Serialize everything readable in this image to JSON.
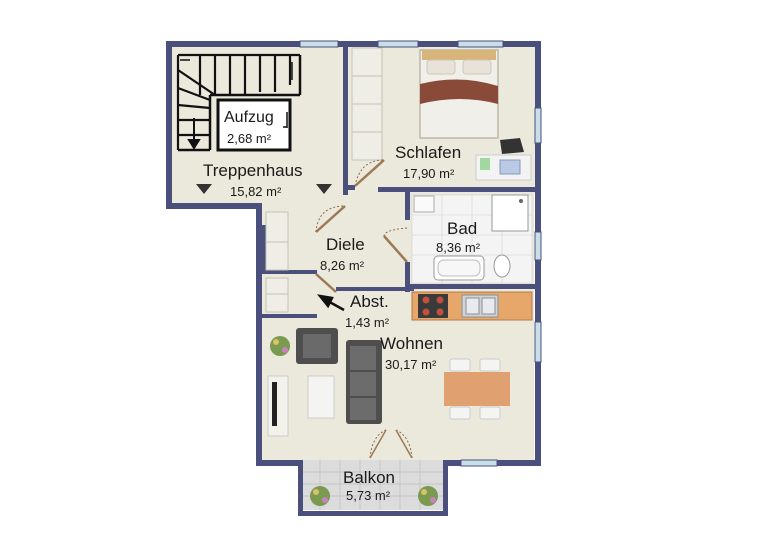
{
  "rooms": {
    "aufzug": {
      "name": "Aufzug",
      "area": "2,68 m²"
    },
    "treppenhaus": {
      "name": "Treppenhaus",
      "area": "15,82 m²"
    },
    "schlafen": {
      "name": "Schlafen",
      "area": "17,90 m²"
    },
    "bad": {
      "name": "Bad",
      "area": "8,36 m²"
    },
    "diele": {
      "name": "Diele",
      "area": "8,26 m²"
    },
    "abst": {
      "name": "Abst.",
      "area": "1,43 m²"
    },
    "wohnen": {
      "name": "Wohnen",
      "area": "30,17 m²"
    },
    "balkon": {
      "name": "Balkon",
      "area": "5,73 m²"
    }
  },
  "colors": {
    "wall": "#4a4f7c",
    "floor": "#ebe8dc",
    "window": "#c9dfe8",
    "bed_cover": "#8a4a3a",
    "counter": "#e8a76a",
    "table": "#e0a070",
    "sofa": "#4e4e4e",
    "plant": "#7a9a50"
  },
  "icons": [
    "stair-icon",
    "bed-icon",
    "sofa-icon",
    "armchair-icon",
    "dining-table-icon",
    "kitchen-stove-icon",
    "kitchen-sink-icon",
    "bathtub-icon",
    "shower-icon",
    "toilet-icon",
    "desk-icon",
    "tv-icon",
    "plant-icon",
    "door-swing-icon",
    "arrow-icon"
  ]
}
